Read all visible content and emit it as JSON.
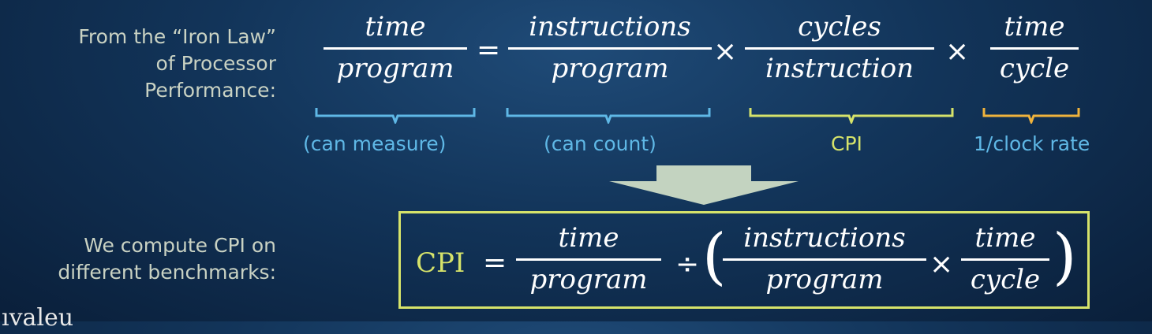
{
  "iron_law_label": "From the “Iron Law”\nof Processor\nPerformance:",
  "cpi_label": "We compute CPI on\ndifferent benchmarks:",
  "clipped_word": "ıvaleu",
  "equation": {
    "lhs": {
      "num": "time",
      "den": "program"
    },
    "term1": {
      "num": "instructions",
      "den": "program"
    },
    "term2": {
      "num": "cycles",
      "den": "instruction"
    },
    "term3": {
      "num": "time",
      "den": "cycle"
    },
    "equals": "=",
    "times": "×"
  },
  "captions": {
    "lhs": "(can measure)",
    "term1": "(can count)",
    "term2": "CPI",
    "term3": "1/clock rate"
  },
  "colors": {
    "blue": "#5fb8e6",
    "yellow": "#d6e36a",
    "orange": "#f0b33c",
    "arrow": "#c3d3c0",
    "box": "#d6e36a"
  },
  "cpi_formula": {
    "cpi": "CPI",
    "equals": "=",
    "f1": {
      "num": "time",
      "den": "program"
    },
    "divide": "÷",
    "open_paren": "(",
    "f2": {
      "num": "instructions",
      "den": "program"
    },
    "times": "×",
    "f3": {
      "num": "time",
      "den": "cycle"
    },
    "close_paren": ")"
  }
}
